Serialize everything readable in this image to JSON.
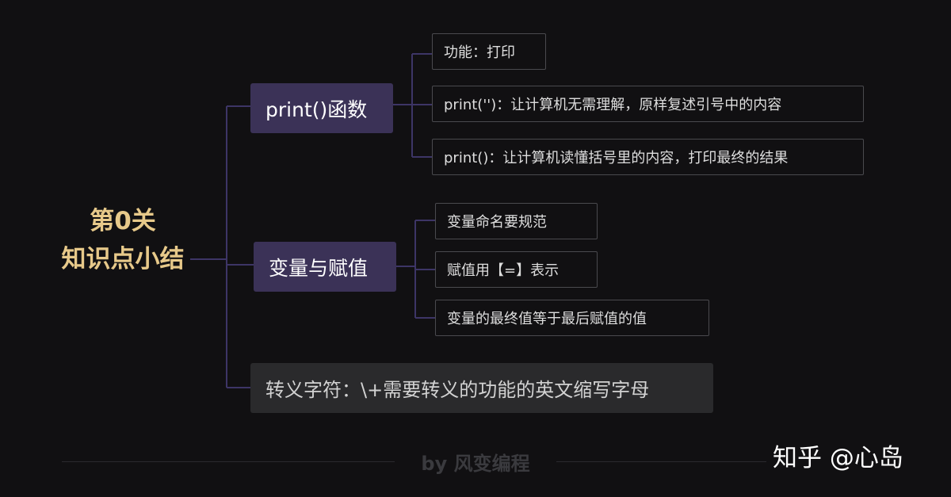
{
  "root": {
    "line1": "第0关",
    "line2": "知识点小结"
  },
  "branches": [
    {
      "label": "print()函数",
      "leaves": [
        "功能：打印",
        "print('')：让计算机无需理解，原样复述引号中的内容",
        "print()：让计算机读懂括号里的内容，打印最终的结果"
      ]
    },
    {
      "label": "变量与赋值",
      "leaves": [
        "变量命名要规范",
        "赋值用【=】表示",
        "变量的最终值等于最后赋值的值"
      ]
    },
    {
      "label": "转义字符：\\+需要转义的功能的英文缩写字母",
      "leaves": []
    }
  ],
  "footer": "by 风变编程",
  "watermark": "知乎 @心岛",
  "colors": {
    "background": "#111012",
    "root_text": "#e7c98a",
    "branch_fill": "#3b3257",
    "gray_branch_fill": "#2a2a2c",
    "connector": "#3d3566",
    "leaf_border": "#4a4a4e"
  }
}
